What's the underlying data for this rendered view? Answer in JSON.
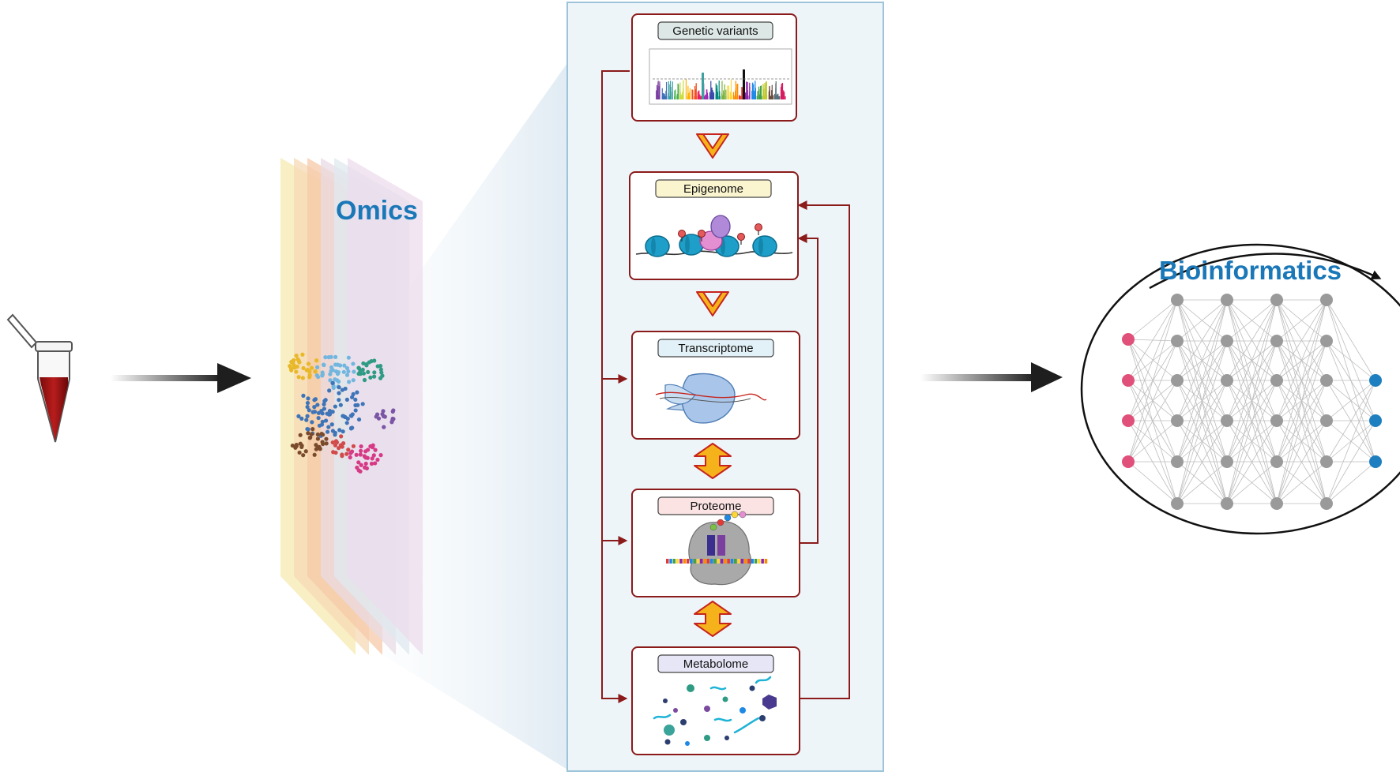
{
  "labels": {
    "omics": "Omics",
    "bioinformatics": "Bioinformatics"
  },
  "panels": [
    {
      "id": "genetic-variants",
      "label": "Genetic variants"
    },
    {
      "id": "epigenome",
      "label": "Epigenome"
    },
    {
      "id": "transcriptome",
      "label": "Transcriptome"
    },
    {
      "id": "proteome",
      "label": "Proteome"
    },
    {
      "id": "metabolome",
      "label": "Metabolome"
    }
  ],
  "colors": {
    "panel_border": "#8b1a1a",
    "column_bg": "#eef5f9",
    "column_border": "#9ec4da",
    "accent_blue": "#1a78b8",
    "arrow_fill": "#f5b21b",
    "arrow_stroke": "#c6241d",
    "genetic_label_bg": "#dde8e6",
    "epigenome_label_bg": "#fbf5cf",
    "transcriptome_label_bg": "#e2f1f7",
    "proteome_label_bg": "#fbe3e3",
    "metabolome_label_bg": "#e6e6f7",
    "input_node": "#e0507a",
    "hidden_node": "#9a9a9a",
    "output_node": "#1e7fc0"
  },
  "icons": {
    "sample": "blood-tube-icon",
    "omics": "omics-layers-icon",
    "network": "neural-network-icon"
  }
}
